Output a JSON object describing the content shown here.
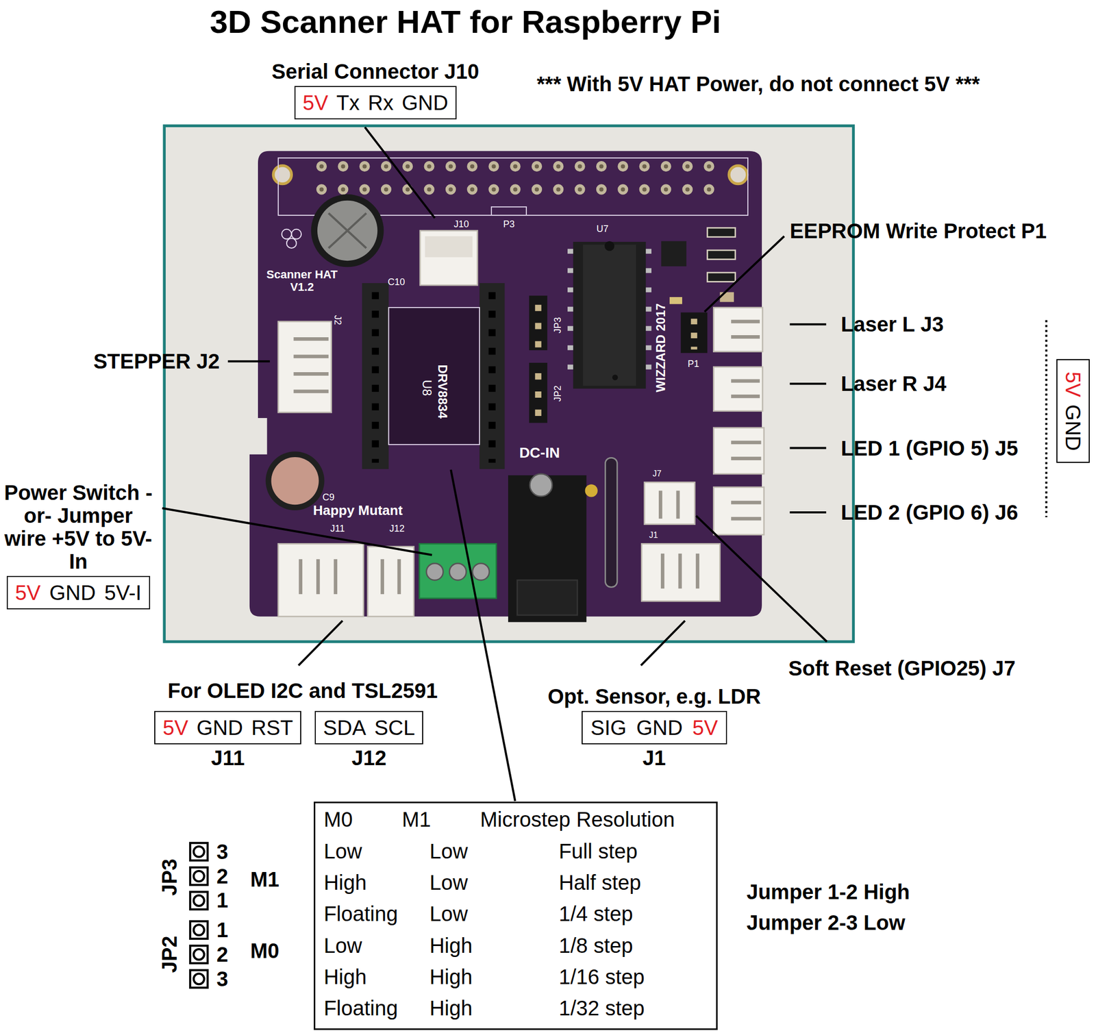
{
  "diagram": {
    "title": "3D Scanner HAT for Raspberry Pi",
    "nodes": [
      {
        "text": [
          "Serial Connector J10",
          "5V",
          "Tx",
          "Rx",
          "GND"
        ]
      },
      {
        "text": [
          "5V",
          "GND"
        ]
      },
      {
        "text": [
          "Power Switch -or- Jumper wire +5V to 5V-In",
          "5V",
          "GND",
          "5V-I"
        ]
      },
      {
        "text": [
          "5V",
          "GND",
          "RST",
          "J11"
        ]
      },
      {
        "text": [
          "SDA",
          "SCL",
          "J12"
        ]
      },
      {
        "text": [
          "Opt. Sensor, e.g. LDR",
          "SIG",
          "GND",
          "5V",
          "J1"
        ]
      },
      {
        "text": [
          "M0",
          "M1",
          "Microstep Resolution",
          "Low",
          "Low",
          "Full step",
          "High",
          "Low",
          "Half step",
          "Floating",
          "Low",
          "1/4 step",
          "Low",
          "High",
          "1/8 step",
          "High",
          "High",
          "1/16 step",
          "Floating",
          "High",
          "1/32 step"
        ]
      }
    ],
    "labels": [
      "*** With 5V HAT Power, do not connect 5V ***",
      "EEPROM Write Protect P1",
      "STEPPER J2",
      "Laser L J3",
      "Laser R J4",
      "LED 1 (GPIO 5) J5",
      "LED 2 (GPIO 6) J6",
      "Soft Reset (GPIO25) J7",
      "For OLED I2C and TSL2591",
      "JP3",
      "3",
      "2",
      "1",
      "M1",
      "JP2",
      "1",
      "2",
      "3",
      "M0",
      "Jumper 1-2 High",
      "Jumper 2-3 Low",
      "J10",
      "P3",
      "U7",
      "Scanner HAT V1.2",
      "C10",
      "J2",
      "U8",
      "DRV8834",
      "JP3",
      "JP2",
      "DC-IN",
      "Happy Mutant",
      "WIZZARD 2017",
      "P1",
      "J7",
      "C9",
      "J11",
      "J12",
      "J1"
    ]
  }
}
